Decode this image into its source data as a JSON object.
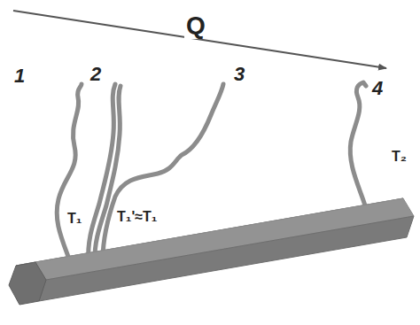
{
  "diagram": {
    "labels": [
      "Q",
      "1",
      "2",
      "3",
      "4",
      "T₁",
      "T₁'≈T₁",
      "T₂"
    ]
  }
}
